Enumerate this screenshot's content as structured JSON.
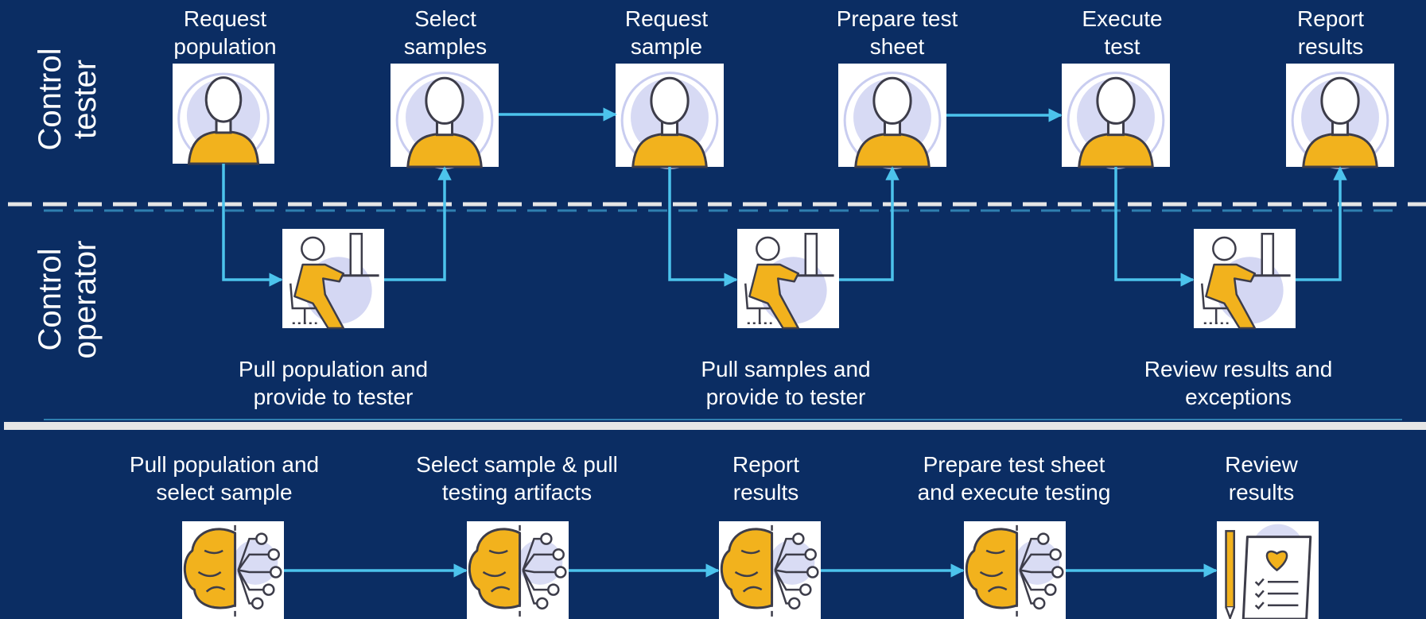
{
  "lanes": [
    {
      "lines": [
        "Control",
        "tester"
      ]
    },
    {
      "lines": [
        "Control",
        "operator"
      ]
    }
  ],
  "tester_steps": [
    {
      "lines": [
        "Request",
        "population"
      ],
      "icon": "person-icon"
    },
    {
      "lines": [
        "Select",
        "samples"
      ],
      "icon": "person-icon"
    },
    {
      "lines": [
        "Request",
        "sample"
      ],
      "icon": "person-icon"
    },
    {
      "lines": [
        "Prepare test",
        "sheet"
      ],
      "icon": "person-icon"
    },
    {
      "lines": [
        "Execute",
        "test"
      ],
      "icon": "person-icon"
    },
    {
      "lines": [
        "Report",
        "results"
      ],
      "icon": "person-icon"
    }
  ],
  "operator_steps": [
    {
      "lines": [
        "Pull population and",
        "provide to tester"
      ],
      "icon": "desk-worker-icon"
    },
    {
      "lines": [
        "Pull samples and",
        "provide to tester"
      ],
      "icon": "desk-worker-icon"
    },
    {
      "lines": [
        "Review results and",
        "exceptions"
      ],
      "icon": "desk-worker-icon"
    }
  ],
  "ai_steps": [
    {
      "lines": [
        "Pull population and",
        "select sample"
      ],
      "icon": "ai-brain-icon"
    },
    {
      "lines": [
        "Select sample & pull",
        "testing artifacts"
      ],
      "icon": "ai-brain-icon"
    },
    {
      "lines": [
        "Report",
        "results"
      ],
      "icon": "ai-brain-icon"
    },
    {
      "lines": [
        "Prepare test sheet",
        "and execute testing"
      ],
      "icon": "ai-brain-icon"
    },
    {
      "lines": [
        "Review",
        "results"
      ],
      "icon": "report-scroll-icon"
    }
  ],
  "colors": {
    "background": "#0b2d63",
    "arrow": "#4cc3ec",
    "divider": "#e6e6e6",
    "tile": "#ffffff",
    "accent": "#f2b21d",
    "icon_line": "#3d3d4a",
    "halo": "#c9cdf0"
  }
}
